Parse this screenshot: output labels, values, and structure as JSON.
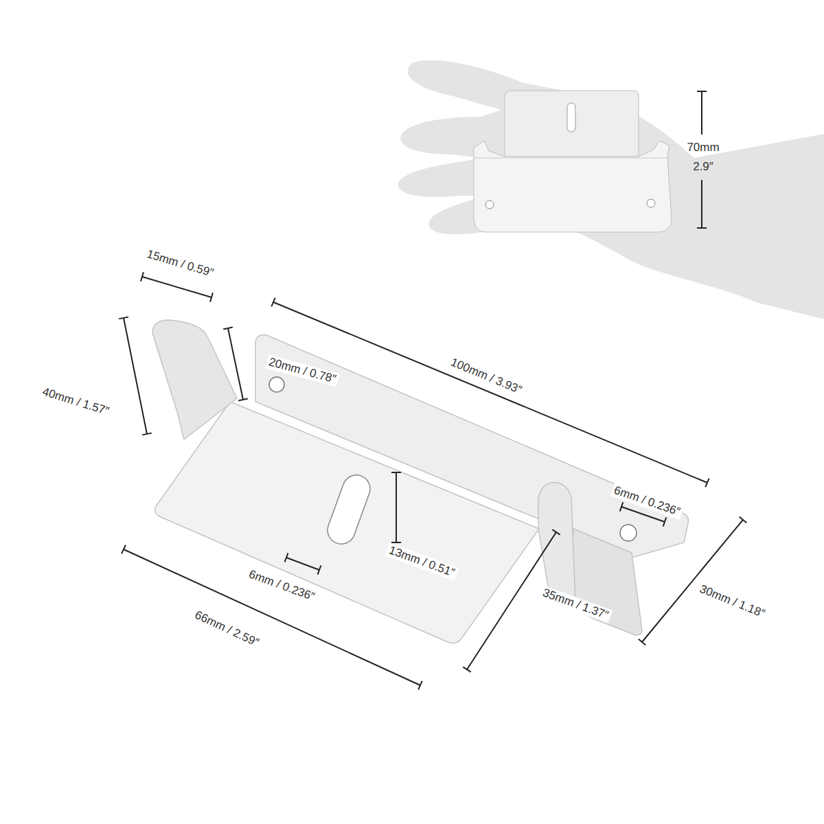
{
  "diagram": {
    "labels": [
      "70mm",
      "2.9″",
      "15mm / 0.59″",
      "40mm / 1.57″",
      "20mm / 0.78″",
      "100mm / 3.93″",
      "6mm / 0.236″",
      "13mm / 0.51″",
      "6mm / 0.236″",
      "30mm / 1.18″",
      "35mm / 1.37″",
      "66mm / 2.59″"
    ]
  }
}
